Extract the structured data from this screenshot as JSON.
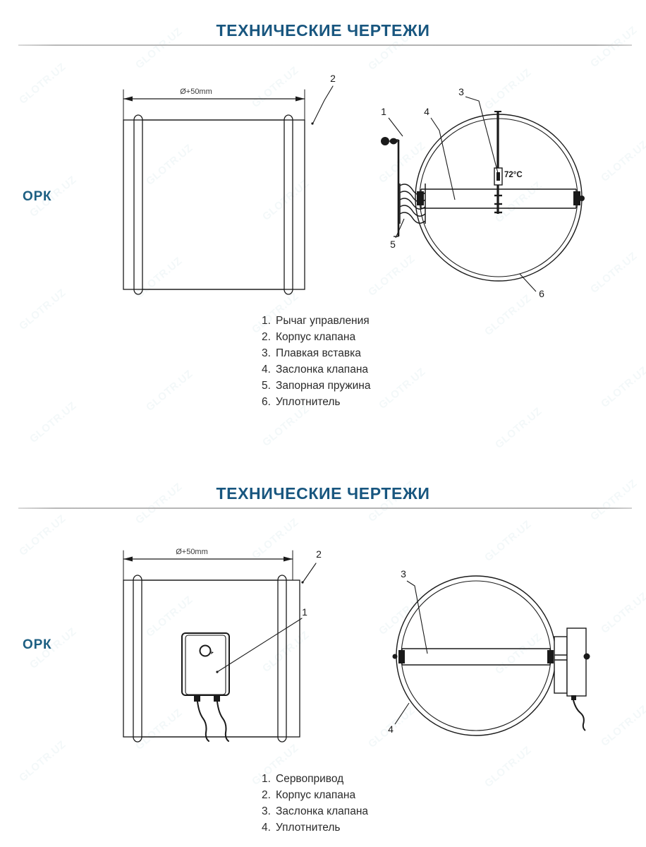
{
  "page": {
    "background_color": "#ffffff",
    "title_color": "#18567f",
    "model_label_color": "#1d5f82",
    "line_color": "#1a1a1a"
  },
  "sections": [
    {
      "id": "section-1",
      "title": "ТЕХНИЧЕСКИЕ ЧЕРТЕЖИ",
      "model_label": "ОРК",
      "front_view": {
        "dimension_label": "Ø+50mm",
        "callouts": [
          {
            "number": "2"
          }
        ]
      },
      "side_view": {
        "temperature_label": "72°C",
        "callouts": [
          {
            "number": "1"
          },
          {
            "number": "3"
          },
          {
            "number": "4"
          },
          {
            "number": "5"
          },
          {
            "number": "6"
          }
        ]
      },
      "legend": [
        {
          "num": "1.",
          "text": "Рычаг управления"
        },
        {
          "num": "2.",
          "text": "Корпус клапана"
        },
        {
          "num": "3.",
          "text": "Плавкая вставка"
        },
        {
          "num": "4.",
          "text": "Заслонка клапана"
        },
        {
          "num": "5.",
          "text": "Запорная пружина"
        },
        {
          "num": "6.",
          "text": "Уплотнитель"
        }
      ]
    },
    {
      "id": "section-2",
      "title": "ТЕХНИЧЕСКИЕ ЧЕРТЕЖИ",
      "model_label": "ОРК",
      "front_view": {
        "dimension_label": "Ø+50mm",
        "callouts": [
          {
            "number": "1"
          },
          {
            "number": "2"
          }
        ]
      },
      "side_view": {
        "callouts": [
          {
            "number": "3"
          },
          {
            "number": "4"
          }
        ]
      },
      "legend": [
        {
          "num": "1.",
          "text": "Сервопривод"
        },
        {
          "num": "2.",
          "text": "Корпус клапана"
        },
        {
          "num": "3.",
          "text": "Заслонка клапана"
        },
        {
          "num": "4.",
          "text": "Уплотнитель"
        }
      ]
    }
  ],
  "watermark": {
    "text": "GLOTR.UZ"
  }
}
